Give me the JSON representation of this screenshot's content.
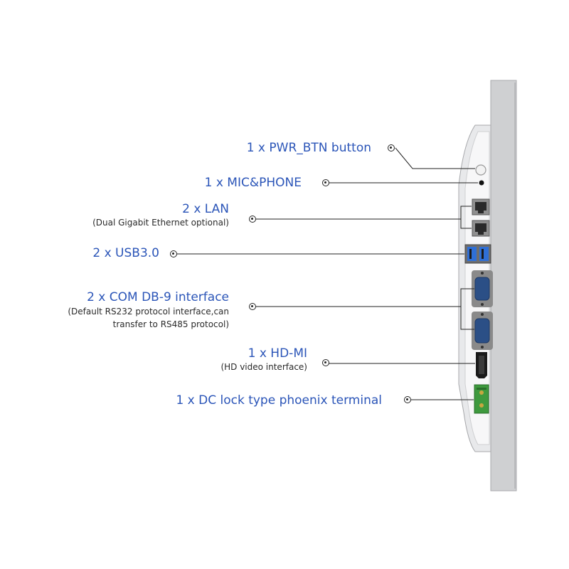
{
  "callouts": {
    "pwr_btn": {
      "label": "1 x PWR_BTN button"
    },
    "mic_phone": {
      "label": "1 x MIC&PHONE"
    },
    "lan": {
      "label": "2 x LAN",
      "sub": "(Dual Gigabit Ethernet optional)"
    },
    "usb": {
      "label": "2 x USB3.0"
    },
    "com": {
      "label": "2 x COM DB-9 interface",
      "sub1": "(Default RS232 protocol interface,can",
      "sub2": "transfer to RS485 protocol)"
    },
    "hdmi": {
      "label": "1 x HD-MI",
      "sub": "(HD video interface)"
    },
    "dc": {
      "label": "1 x DC lock type phoenix terminal"
    }
  },
  "colors": {
    "label_blue": "#2b55b8",
    "panel_gray": "#c9cacc",
    "panel_side": "#e6e7e9",
    "terminal_green": "#3e9a3e",
    "usb_blue": "#2f6fd6"
  }
}
